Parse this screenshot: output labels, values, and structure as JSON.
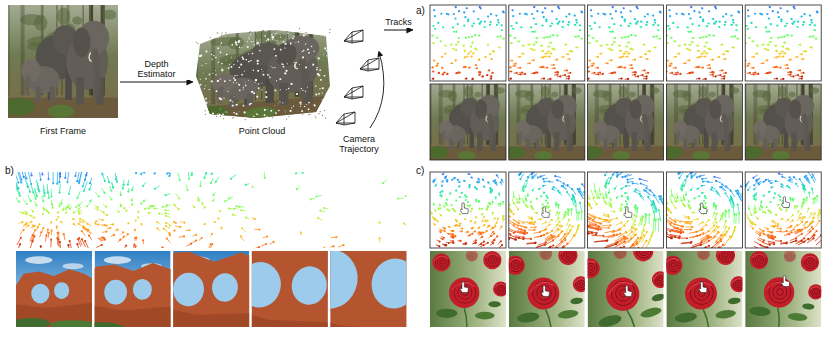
{
  "diagram": {
    "nodes": [
      {
        "text": [
          "First Frame"
        ]
      },
      {
        "text": [
          "Point Cloud"
        ]
      },
      {
        "text": [
          "Camera Trajectory"
        ]
      },
      {
        "text": [
          "a)"
        ]
      },
      {
        "text": [
          "b)"
        ]
      },
      {
        "text": [
          "c)"
        ]
      }
    ],
    "edges": [
      {
        "from": 0,
        "to": 1,
        "arrow": "to",
        "label": "Depth Estimator"
      },
      {
        "from": 2,
        "to": 3,
        "arrow": "to",
        "label": "Tracks"
      }
    ]
  }
}
